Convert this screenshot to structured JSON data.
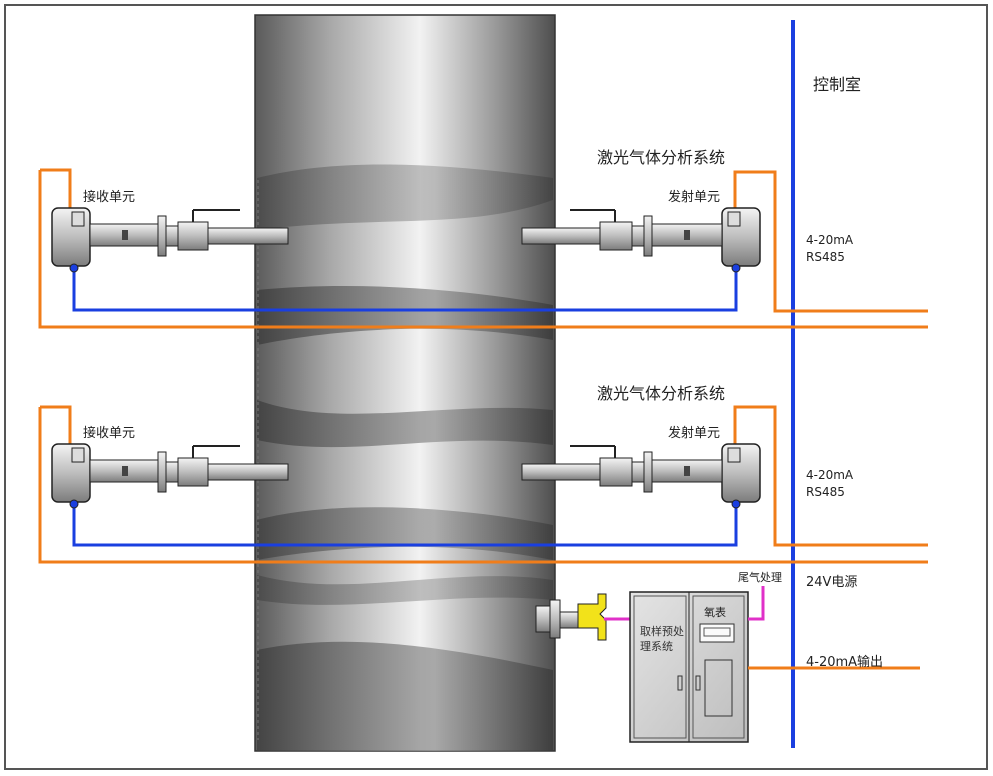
{
  "control_room": "控制室",
  "units": [
    {
      "system_title": "激光气体分析系统",
      "receiver_label": "接收单元",
      "transmitter_label": "发射单元",
      "signal_line1": "4-20mA",
      "signal_line2": "RS485"
    },
    {
      "system_title": "激光气体分析系统",
      "receiver_label": "接收单元",
      "transmitter_label": "发射单元",
      "signal_line1": "4-20mA",
      "signal_line2": "RS485"
    }
  ],
  "power_label": "24V电源",
  "tail_gas_label": "尾气处理",
  "sampling_cabinet": {
    "label": "取样预处理系统",
    "meter_label": "氧表"
  },
  "output_label": "4-20mA输出",
  "colors": {
    "power_line": "#f07d1a",
    "signal_line": "#1a3fe0",
    "control_bus": "#1a3fe0",
    "tail_gas_line": "#e030c8",
    "probe": "#f2e21a"
  }
}
